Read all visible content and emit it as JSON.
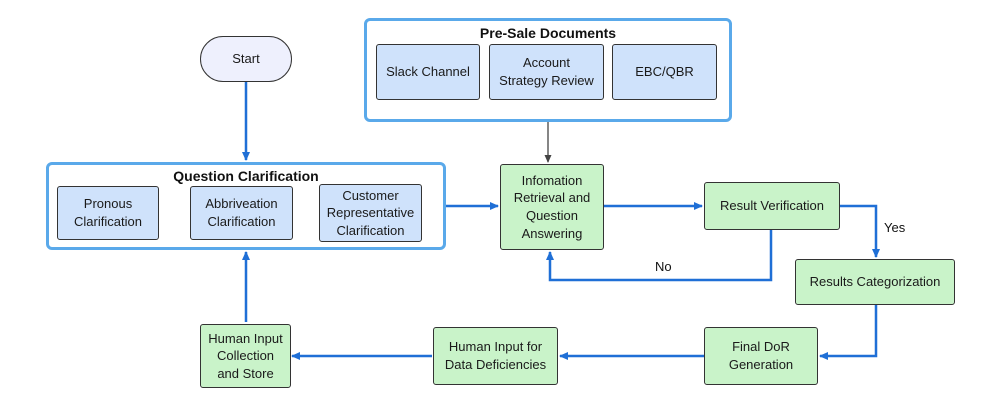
{
  "groups": {
    "presale": {
      "title": "Pre-Sale  Documents"
    },
    "clarification": {
      "title": "Question Clarification"
    }
  },
  "nodes": {
    "start": "Start",
    "slack": "Slack Channel",
    "account": "Account\nStrategy Review",
    "ebc": "EBC/QBR",
    "pronous": "Pronous\nClarification",
    "abbrev": "Abbriveation\nClarification",
    "customer": "Customer\nRepresentative\nClarification",
    "retrieval": "Infomation\nRetrieval and\nQuestion\nAnswering",
    "verification": "Result Verification",
    "categorization": "Results Categorization",
    "dor": "Final DoR\nGeneration",
    "deficiencies": "Human Input for\nData Deficiencies",
    "collection": "Human Input\nCollection\nand Store"
  },
  "edge_labels": {
    "yes": "Yes",
    "no": "No"
  },
  "colors": {
    "group_border": "#5aa9ea",
    "blue_node": "#cfe2fb",
    "green_node": "#c9f3c9",
    "start_node": "#eef0fd",
    "flow_arrow": "#1f6fd6",
    "thin_arrow": "#444444"
  }
}
